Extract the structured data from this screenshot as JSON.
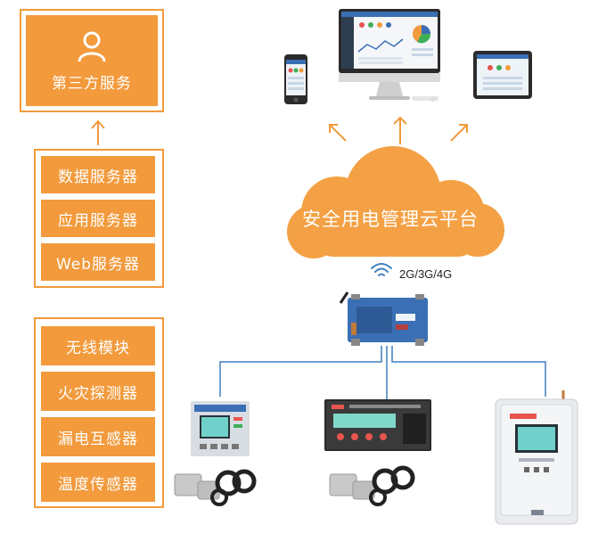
{
  "left_panel": {
    "top_box": {
      "icon": "user-icon",
      "label": "第三方服务"
    },
    "server_group": [
      "数据服务器",
      "应用服务器",
      "Web服务器"
    ],
    "device_group": [
      "无线模块",
      "火灾探测器",
      "漏电互感器",
      "温度传感器"
    ]
  },
  "platform": {
    "label": "安全用电管理云平台"
  },
  "network": {
    "label": "2G/3G/4G",
    "icon": "wifi-icon"
  },
  "colors": {
    "accent": "#f29a3c",
    "cloud": "#f4a145",
    "line": "#3f7fbf"
  }
}
